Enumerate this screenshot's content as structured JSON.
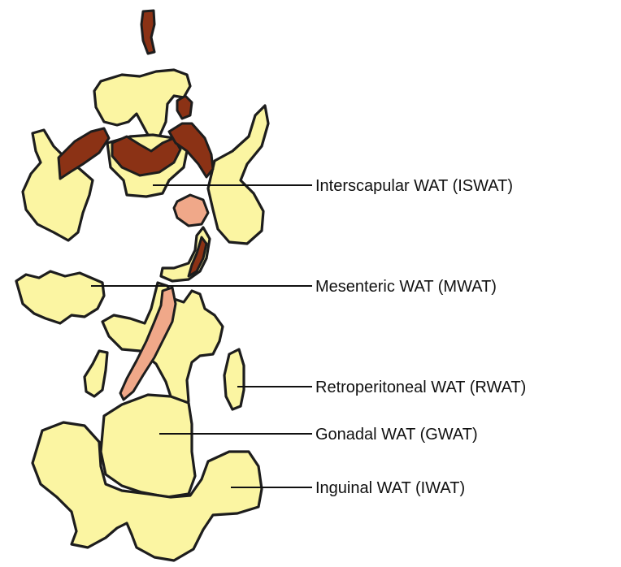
{
  "labels": {
    "iswat": "Interscapular WAT (ISWAT)",
    "mwat": "Mesenteric WAT (MWAT)",
    "rwat": "Retroperitoneal WAT (RWAT)",
    "gwat": "Gonadal WAT (GWAT)",
    "iwat": "Inguinal WAT (IWAT)"
  },
  "colors": {
    "white_adipose": "#fbf5a2",
    "brown_adipose": "#8b3215",
    "organ": "#f0a889",
    "outline": "#1d1d1d"
  }
}
